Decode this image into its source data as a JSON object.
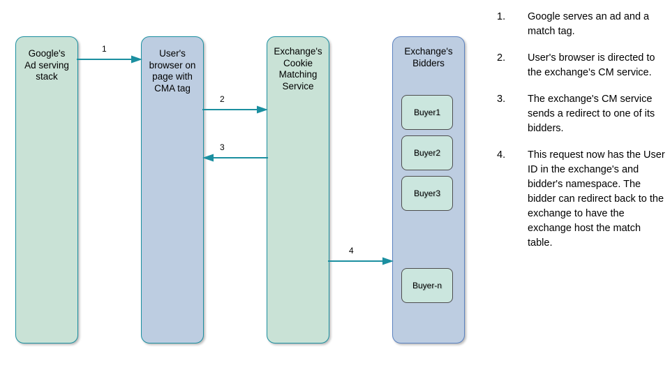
{
  "diagram": {
    "title": "Cookie matching flow between Google ad serving, user browser, exchange CM service and bidders",
    "colors": {
      "green_fill": "#c9e2d6",
      "blue_fill": "#bdcde1",
      "teal_border": "#1b8fa0",
      "blue_border": "#5b82c0",
      "arrow": "#1b8fa0",
      "buyer_fill": "#cbe6de",
      "buyer_border": "#4d4d4d",
      "text": "#000000",
      "background": "#ffffff"
    },
    "columns": [
      {
        "id": "google",
        "title": "Google's\nAd serving\nstack",
        "style": "green"
      },
      {
        "id": "browser",
        "title": "User's\nbrowser on\npage with\nCMA tag",
        "style": "blue-teal"
      },
      {
        "id": "cms",
        "title": "Exchange's\nCookie\nMatching\nService",
        "style": "green"
      },
      {
        "id": "bidders",
        "title": "Exchange's\nBidders",
        "style": "blue"
      }
    ],
    "buyers": [
      {
        "label": "Buyer1"
      },
      {
        "label": "Buyer2"
      },
      {
        "label": "Buyer3"
      },
      {
        "label": "Buyer-n"
      }
    ],
    "arrows": [
      {
        "label": "1",
        "from": "google",
        "to": "browser",
        "direction": "right"
      },
      {
        "label": "2",
        "from": "browser",
        "to": "cms",
        "direction": "right"
      },
      {
        "label": "3",
        "from": "cms",
        "to": "browser",
        "direction": "left"
      },
      {
        "label": "4",
        "from": "cms",
        "to": "bidders",
        "direction": "right"
      }
    ]
  },
  "steps": [
    {
      "number": "1.",
      "text": "Google serves an ad and a match tag."
    },
    {
      "number": "2.",
      "text": "User's browser is directed to the exchange's CM service."
    },
    {
      "number": "3.",
      "text": "The exchange's CM service sends a redirect to one of its bidders."
    },
    {
      "number": "4.",
      "text": "This request now has the User ID in the exchange's and bidder's namespace. The bidder can redirect back to the exchange to have the exchange host the match table."
    }
  ]
}
